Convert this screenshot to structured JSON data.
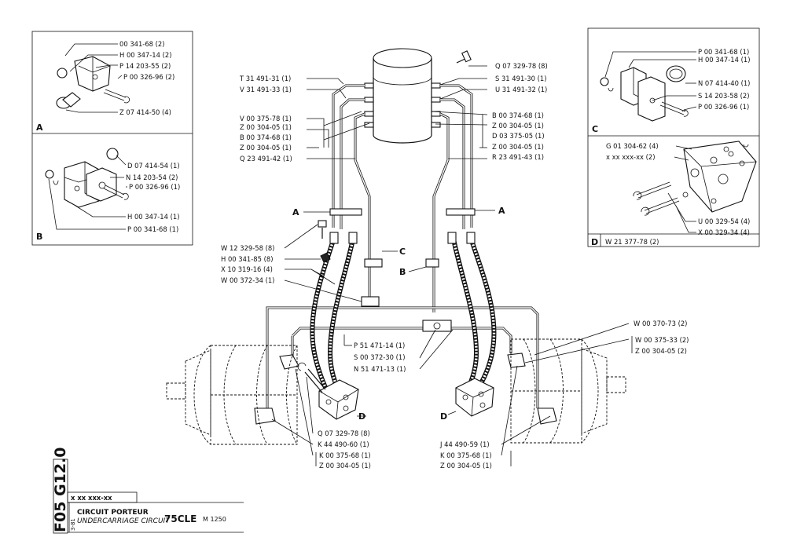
{
  "document": {
    "side_code": "F05 G12.0",
    "date_code": "3-81",
    "ref_box": "x xx  xxx-xx",
    "title_fr": "CIRCUIT PORTEUR",
    "title_en": "UNDERCARRIAGE CIRCUIT",
    "model": "75CLE",
    "model_suffix": "M 1250"
  },
  "insets": {
    "A": {
      "letter": "A",
      "labels": [
        "00 341-68 (2)",
        "H 00 347-14 (2)",
        "P 14 203-55 (2)",
        "P 00 326-96 (2)",
        "Z 07 414-50 (4)"
      ]
    },
    "B": {
      "letter": "B",
      "labels": [
        "D 07 414-54 (1)",
        "N 14 203-54 (2)",
        "P 00 326-96 (1)",
        "H 00 347-14 (1)",
        "P 00 341-68 (1)"
      ]
    },
    "C": {
      "letter": "C",
      "labels": [
        "P 00 341-68 (1)",
        "H 00 347-14 (1)",
        "N 07 414-40 (1)",
        "S 14 203-58 (2)",
        "P 00 326-96 (1)"
      ]
    },
    "D": {
      "letter": "D",
      "footer": "W 21 377-78 (2)",
      "labels": [
        "G 01 304-62 (4)",
        "x xx xxx-xx (2)",
        "U 00 329-54 (4)",
        "X 00 329-34 (4)"
      ]
    }
  },
  "center": {
    "left_top": [
      "T 31 491-31 (1)",
      "V 31 491-33 (1)"
    ],
    "left_mid": [
      "V 00 375-78 (1)",
      "Z 00 304-05 (1)",
      "B 00 374-68 (1)",
      "Z 00 304-05 (1)",
      "Q 23 491-42 (1)"
    ],
    "right_top": [
      "Q 07 329-78 (8)",
      "S 31 491-30 (1)",
      "U 31 491-32 (1)"
    ],
    "right_mid": [
      "B 00 374-68 (1)",
      "Z 00 304-05 (1)",
      "D 03 375-05 (1)",
      "Z 00 304-05 (1)",
      "R 23 491-43 (1)"
    ],
    "left_low": [
      "W 12 329-58 (8)",
      "H 00 341-85 (8)",
      "X 10 319-16 (4)",
      "W 00 372-34 (1)"
    ],
    "middle": [
      "P 51 471-14 (1)",
      "S 00 372-30 (1)",
      "N 51 471-13 (1)"
    ],
    "right_low": [
      "W 00 370-73 (2)",
      "W 00 375-33 (2)",
      "Z 00 304-05 (2)"
    ],
    "bottom_left": [
      "Q 07 329-78 (8)",
      "K 44 490-60 (1)",
      "K 00 375-68 (1)",
      "Z 00 304-05 (1)"
    ],
    "bottom_right": [
      "J 44 490-59 (1)",
      "K 00 375-68 (1)",
      "Z 00 304-05 (1)"
    ],
    "markers": {
      "A": "A",
      "B": "B",
      "C": "C",
      "D": "D"
    }
  }
}
